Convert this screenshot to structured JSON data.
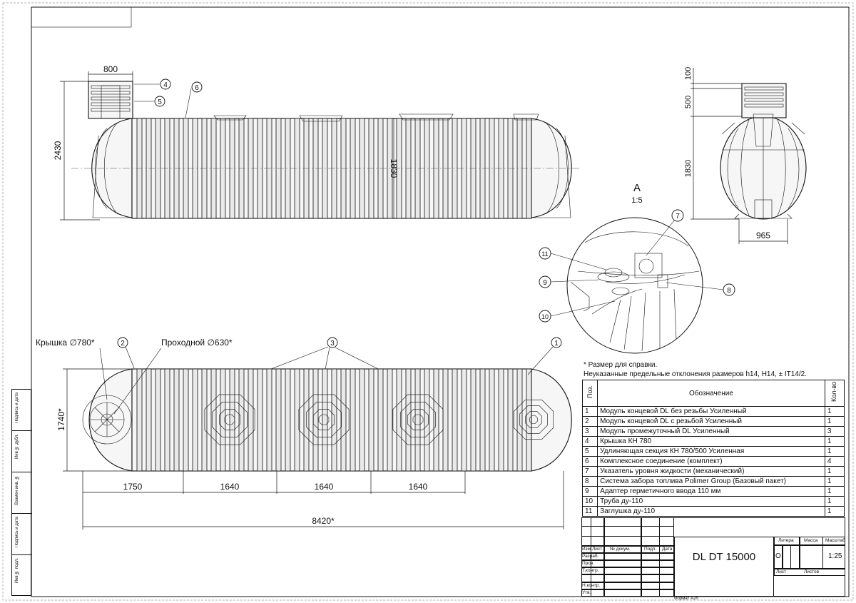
{
  "views": {
    "side": {
      "dim_neck_width": "800",
      "dim_total_height": "2430",
      "dim_body_diameter": "1830"
    },
    "end": {
      "dim_top": "100",
      "dim_extension": "500",
      "dim_body": "1830",
      "dim_base": "965"
    },
    "detail": {
      "label": "A",
      "scale": "1:5"
    },
    "plan": {
      "label_cover": "Крышка ∅780*",
      "label_passage": "Проходной ∅630*",
      "dim_width": "1740*",
      "segments": [
        "1750",
        "1640",
        "1640",
        "1640"
      ],
      "dim_total": "8420*"
    }
  },
  "callouts": [
    "1",
    "2",
    "3",
    "4",
    "5",
    "6",
    "7",
    "8",
    "9",
    "10",
    "11"
  ],
  "notes": {
    "line1": "* Размер для справки.",
    "line2": "Неуказанные предельные отклонения размеров h14, H14, ± IT14/2."
  },
  "parts_table": {
    "headers": {
      "pos": "Поз.",
      "name": "Обозначение",
      "qty": "Кол-во"
    },
    "rows": [
      {
        "pos": "1",
        "name": "Модуль концевой DL без резьбы Усиленный",
        "qty": "1"
      },
      {
        "pos": "2",
        "name": "Модуль концевой DL с резьбой Усиленный",
        "qty": "1"
      },
      {
        "pos": "3",
        "name": "Модуль промежуточный DL Усиленный",
        "qty": "3"
      },
      {
        "pos": "4",
        "name": "Крышка КН 780",
        "qty": "1"
      },
      {
        "pos": "5",
        "name": "Удлиняющая секция КН 780/500 Усиленная",
        "qty": "1"
      },
      {
        "pos": "6",
        "name": "Комплексное соединение (комплект)",
        "qty": "4"
      },
      {
        "pos": "7",
        "name": "Указатель уровня жидкости (механический)",
        "qty": "1"
      },
      {
        "pos": "8",
        "name": "Система забора топлива Polimer Group (Базовый пакет)",
        "qty": "1"
      },
      {
        "pos": "9",
        "name": "Адаптер герметичного ввода 110 мм",
        "qty": "1"
      },
      {
        "pos": "10",
        "name": "Труба ду-110",
        "qty": "1"
      },
      {
        "pos": "11",
        "name": "Заглушка ду-110",
        "qty": "1"
      }
    ]
  },
  "title_block": {
    "title": "DL DT 15000",
    "col_izm": "Изм",
    "col_list": "Лист",
    "col_doc": "№ докум.",
    "col_sign": "Подп.",
    "col_date": "Дата",
    "row_razrab": "Разраб.",
    "row_prov": "Пров.",
    "row_tkontr": "Т.контр.",
    "row_nkontr": "Н.контр.",
    "row_utv": "Утв.",
    "litera_label": "Литера",
    "mass_label": "Масса",
    "scale_label": "Масштаб",
    "litera_value": "О",
    "scale_value": "1:25",
    "sheet_label": "Лист",
    "sheets_label": "Листов",
    "format": "Формат A2h"
  },
  "side_strip": {
    "labels": [
      "Подпись и дата",
      "Инв № дубл.",
      "Взамен инв. №",
      "Подпись и дата",
      "Инв № подл."
    ]
  }
}
